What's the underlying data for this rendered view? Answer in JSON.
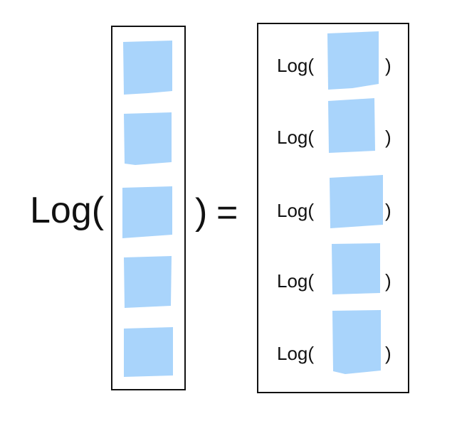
{
  "diagram": {
    "left_function": "Log(",
    "left_close": ")",
    "equals": "=",
    "right_rows": [
      {
        "function": "Log(",
        "close": ")"
      },
      {
        "function": "Log(",
        "close": ")"
      },
      {
        "function": "Log(",
        "close": ")"
      },
      {
        "function": "Log(",
        "close": ")"
      },
      {
        "function": "Log(",
        "close": ")"
      }
    ],
    "cell_color": "#a9d4fb",
    "line_color": "#111111"
  }
}
